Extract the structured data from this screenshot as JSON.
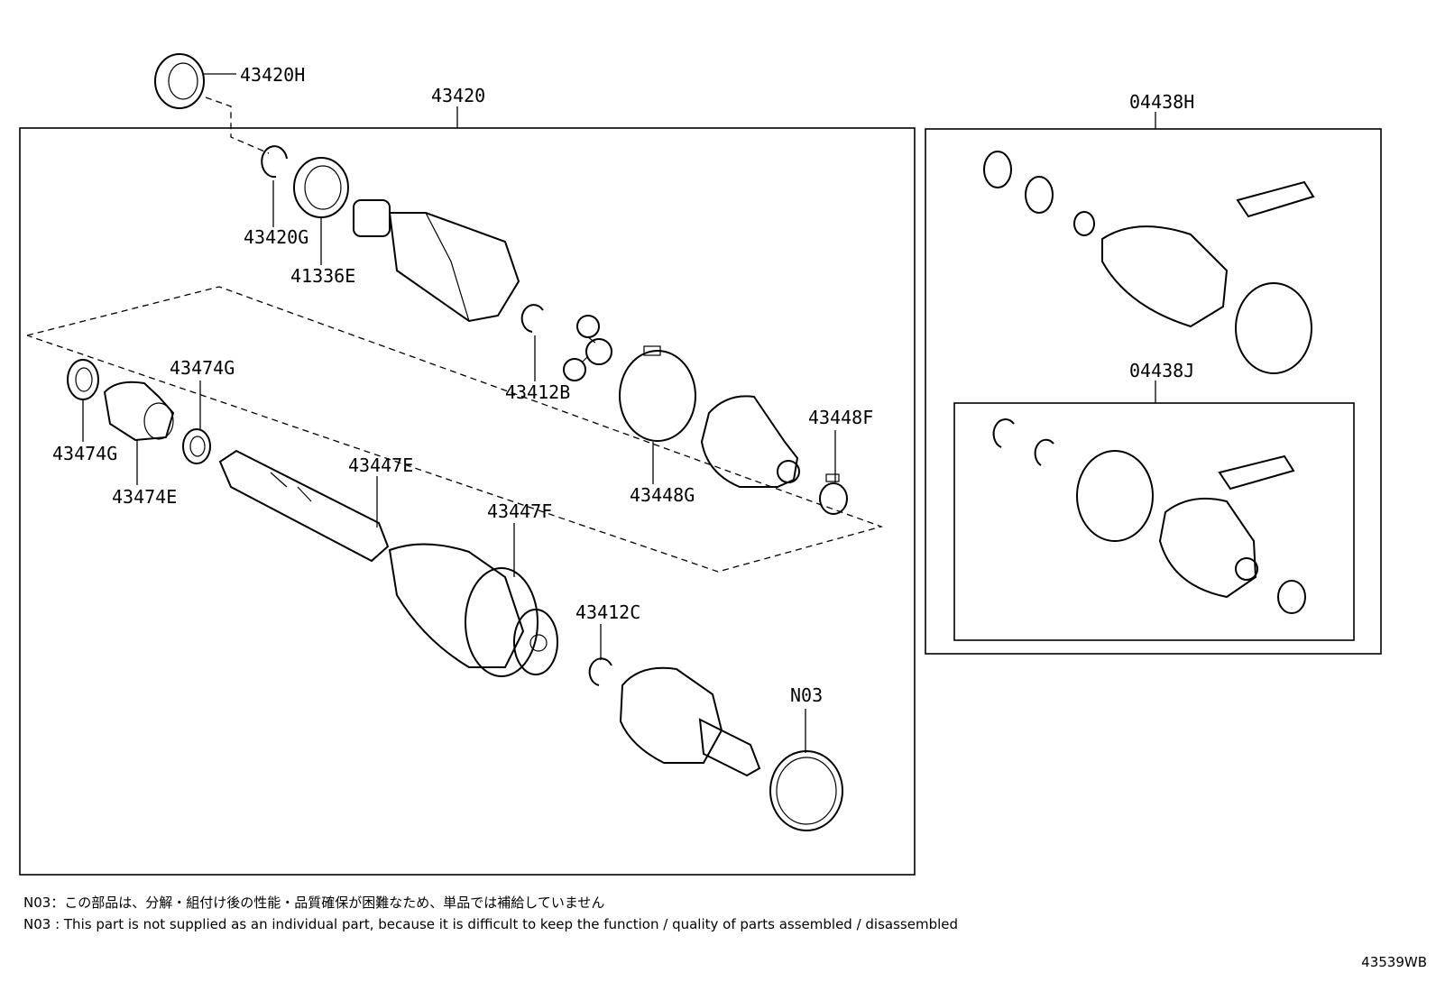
{
  "labels": {
    "p43420H": "43420H",
    "p43420": "43420",
    "p43420G": "43420G",
    "p41336E": "41336E",
    "p43412B": "43412B",
    "p43474G_top": "43474G",
    "p43474G_left": "43474G",
    "p43474E": "43474E",
    "p43447E": "43447E",
    "p43447F": "43447F",
    "p43448G": "43448G",
    "p43448F": "43448F",
    "p43412C": "43412C",
    "pN03": "N03",
    "p04438H": "04438H",
    "p04438J": "04438J"
  },
  "notes": {
    "jp": "N03：この部品は、分解・組付け後の性能・品質確保が困難なため、単品では補給していません",
    "en": "N03 : This part is not supplied as an individual part, because it is difficult to keep the function / quality of parts  assembled / disassembled"
  },
  "doc_code": "43539WB"
}
